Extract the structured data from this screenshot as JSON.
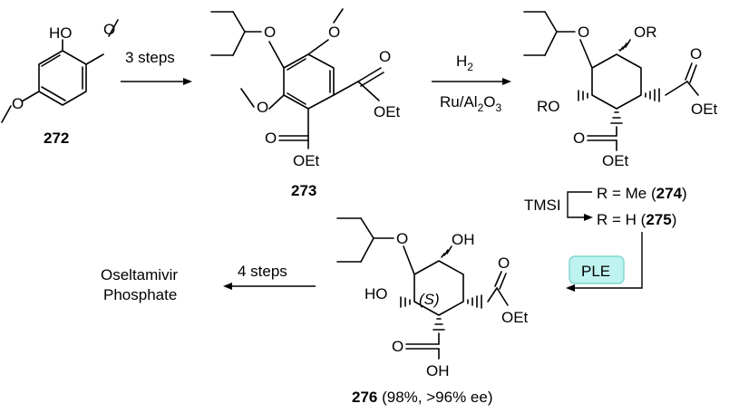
{
  "scheme": {
    "compounds": {
      "c272": {
        "id": "272",
        "oh": "HO"
      },
      "c273": {
        "id": "273",
        "oet1": "OEt",
        "oet2": "OEt",
        "o1": "O",
        "o2": "O"
      },
      "c274": {
        "or1": "OR",
        "ro": "RO",
        "o1": "O",
        "o2": "O",
        "oet1": "OEt",
        "oet2": "OEt"
      },
      "c276": {
        "id": "276",
        "yield_text": " (98%, >96% ee)",
        "oh1": "OH",
        "ho": "HO",
        "oh2": "OH",
        "o1": "O",
        "o2": "O",
        "oet": "OEt",
        "stereo": "(S)"
      },
      "product": {
        "line1": "Oseltamivir",
        "line2": "Phosphate"
      }
    },
    "conditions": {
      "step1": "3 steps",
      "h2": "H",
      "h2_sub": "2",
      "catalyst_a": "Ru/Al",
      "catalyst_sub1": "2",
      "catalyst_o": "O",
      "catalyst_sub2": "3",
      "tmsi": "TMSI",
      "r_me_a": "R = Me (",
      "r_me_id": "274",
      "r_me_b": ")",
      "r_h_a": "R = H (",
      "r_h_id": "275",
      "r_h_b": ")",
      "ple": "PLE",
      "step4": "4 steps"
    },
    "colors": {
      "ple_fill": "#bff3ef",
      "ple_stroke": "#7fd6cf"
    }
  }
}
